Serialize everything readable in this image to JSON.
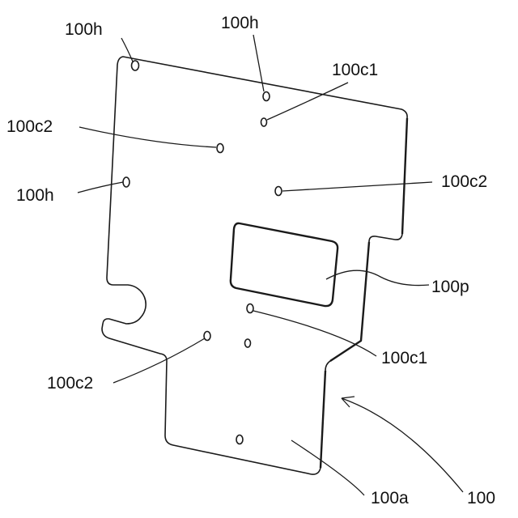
{
  "figure": {
    "labels": {
      "hole_top_left": "100h",
      "hole_top_center": "100h",
      "hole_left": "100h",
      "contact_c1_top": "100c1",
      "contact_c2_upper_left": "100c2",
      "contact_c2_right": "100c2",
      "pocket": "100p",
      "contact_c1_lower": "100c1",
      "contact_c2_lower_left": "100c2",
      "plate_surface": "100a",
      "plate": "100"
    }
  }
}
